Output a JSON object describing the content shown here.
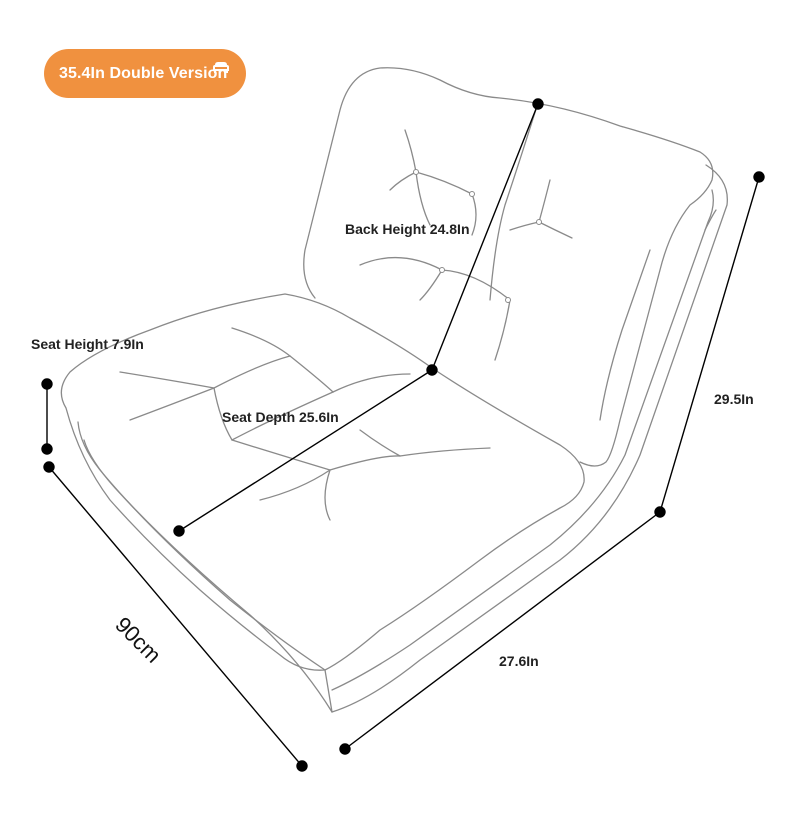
{
  "badge": {
    "label": "35.4In Double Version",
    "icon": "sofa-icon",
    "color": "#f0913f"
  },
  "dimensions": {
    "back_height": "Back Height 24.8In",
    "seat_height": "Seat Height 7.9In",
    "seat_depth": "Seat Depth 25.6In",
    "total_height": "29.5In",
    "depth": "27.6In",
    "width": "90cm"
  },
  "colors": {
    "outline": "#8a8a8a",
    "dimension_line": "#000000",
    "text": "#222222"
  }
}
